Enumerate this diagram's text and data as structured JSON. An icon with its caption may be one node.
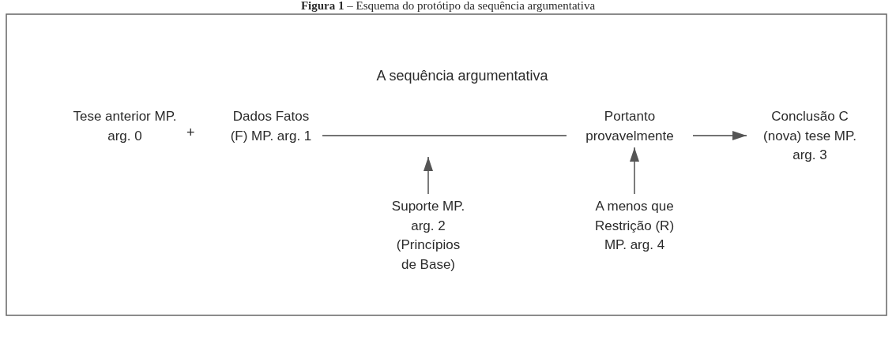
{
  "diagram": {
    "caption": "**Figura 1** – Esquema do protótipo da sequência argumentativa",
    "title": "A sequência argumentativa",
    "nodes": [
      {
        "text": [
          "Tese anterior MP. arg. 0"
        ]
      },
      {
        "text": [
          "Dados Fatos (F) MP. arg. 1"
        ]
      },
      {
        "text": [
          "Portanto provavelmente"
        ]
      },
      {
        "text": [
          "Conclusão C (nova) tese MP. arg. 3"
        ]
      },
      {
        "text": [
          "Suporte MP. arg. 2 (Princípios de Base)"
        ]
      },
      {
        "text": [
          "A menos que Restrição (R) MP. arg. 4"
        ]
      }
    ],
    "edges": [
      {
        "from": 1,
        "to": 2,
        "arrow": "none"
      },
      {
        "from": 2,
        "to": 3,
        "arrow": "to"
      },
      {
        "from": 4,
        "to": null,
        "arrow": "to"
      },
      {
        "from": 5,
        "to": 2,
        "arrow": "to"
      }
    ],
    "labels": [
      "+"
    ]
  }
}
